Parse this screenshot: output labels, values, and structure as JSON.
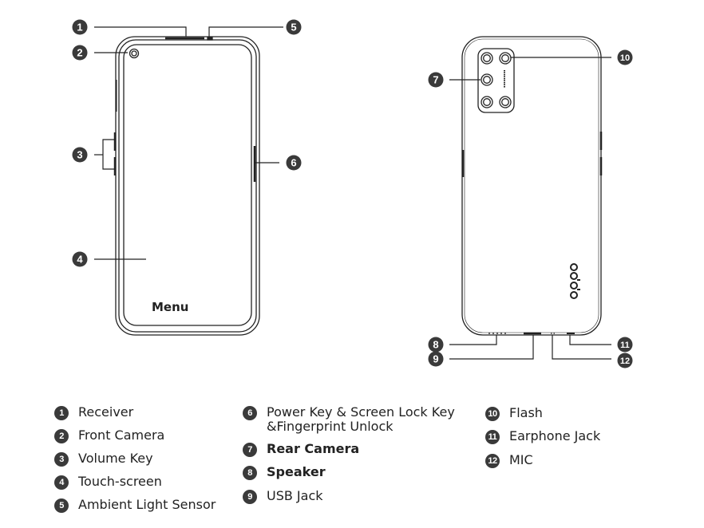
{
  "front_view": {
    "menu_label": "Menu"
  },
  "markers": [
    {
      "num": "1",
      "part": "Receiver"
    },
    {
      "num": "2",
      "part": "Front Camera"
    },
    {
      "num": "3",
      "part": "Volume Key"
    },
    {
      "num": "4",
      "part": "Touch-screen"
    },
    {
      "num": "5",
      "part": "Ambient Light Sensor"
    },
    {
      "num": "6",
      "part": "Power Key & Screen Lock Key &Fingerprint Unlock"
    },
    {
      "num": "7",
      "part": "Rear Camera"
    },
    {
      "num": "8",
      "part": "Speaker"
    },
    {
      "num": "9",
      "part": "USB Jack"
    },
    {
      "num": "10",
      "part": "Flash"
    },
    {
      "num": "11",
      "part": "Earphone Jack"
    },
    {
      "num": "12",
      "part": "MIC"
    }
  ],
  "legend": {
    "col1": [
      {
        "num": "1",
        "label": "Receiver"
      },
      {
        "num": "2",
        "label": "Front Camera"
      },
      {
        "num": "3",
        "label": "Volume Key"
      },
      {
        "num": "4",
        "label": "Touch-screen"
      },
      {
        "num": "5",
        "label": "Ambient Light Sensor"
      }
    ],
    "col2": [
      {
        "num": "6",
        "label_line1": "Power Key & Screen Lock Key",
        "label_line2": "&Fingerprint Unlock"
      },
      {
        "num": "7",
        "label": "Rear Camera"
      },
      {
        "num": "8",
        "label": "Speaker"
      },
      {
        "num": "9",
        "label": "USB Jack"
      }
    ],
    "col3": [
      {
        "num": "10",
        "label": "Flash"
      },
      {
        "num": "11",
        "label": "Earphone Jack"
      },
      {
        "num": "12",
        "label": "MIC"
      }
    ]
  },
  "colors": {
    "marker_fill": "#3a3a3a",
    "line": "#222222"
  }
}
